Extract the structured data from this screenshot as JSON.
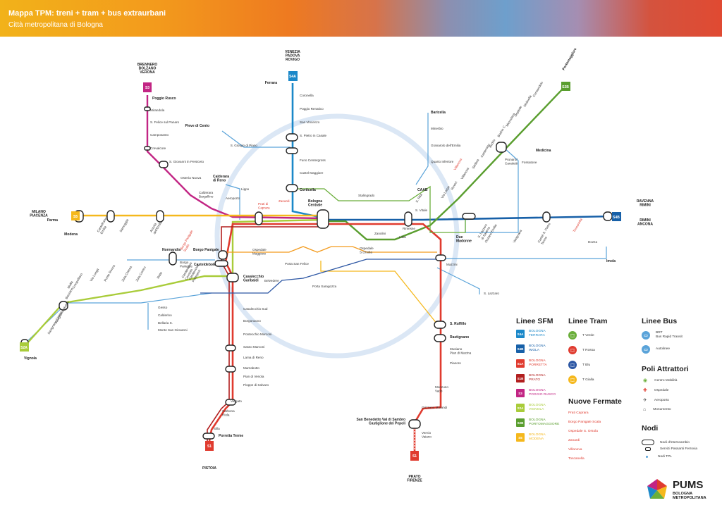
{
  "header": {
    "title": "Mappa TPM:  treni + tram + bus extraurbani",
    "subtitle": "Città metropolitana di Bologna"
  },
  "terminals": {
    "brennero": "BRENNERO\nBOLZANO\nVERONA",
    "venezia": "VENEZIA\nPADOVA\nROVIGO",
    "milano": "MILANO\nPIACENZA",
    "ravenna": "RAVENNA\nRIMINI",
    "rimini": "RIMINI\nANCONA",
    "pistoia": "PISTOIA",
    "prato": "PRATO\nFIRENZE"
  },
  "badges": {
    "s3": "S3",
    "s4a": "S4A",
    "s5": "S5",
    "s4b": "S4B",
    "s1a": "S1",
    "s1b": "S1",
    "s2a": "S2A",
    "s2b": "S2B"
  },
  "stations": [
    {
      "t": "Poggio Rusco",
      "b": true
    },
    {
      "t": "Mirandola"
    },
    {
      "t": "S. Felice sul Panaro"
    },
    {
      "t": "Camposanto"
    },
    {
      "t": "Crevalcore"
    },
    {
      "t": "S. Giovanni in Persiceto"
    },
    {
      "t": "Osteria Nuova"
    },
    {
      "t": "Calderara\nBargellino"
    },
    {
      "t": "Calderara\ndi Reno",
      "b": true
    },
    {
      "t": "Lippo"
    },
    {
      "t": "Aeroporto"
    },
    {
      "t": "Ferrara",
      "b": true
    },
    {
      "t": "Coronella"
    },
    {
      "t": "Poggio Renatico"
    },
    {
      "t": "San Vincenzo"
    },
    {
      "t": "S. Pietro in Casale"
    },
    {
      "t": "S. Giorgio di Piano"
    },
    {
      "t": "Pieve di Cento",
      "b": true
    },
    {
      "t": "Funo Centergross"
    },
    {
      "t": "Castel Maggiore"
    },
    {
      "t": "Corticella",
      "b": true
    },
    {
      "t": "Bologna\nCentrale",
      "b": true
    },
    {
      "t": "Stalingrado"
    },
    {
      "t": "CAAB",
      "b": true
    },
    {
      "t": "Baricella",
      "b": true
    },
    {
      "t": "Minerbio"
    },
    {
      "t": "Granarolo dell'Emilia"
    },
    {
      "t": "Quarto Inferiore"
    },
    {
      "t": "Portomaggiore",
      "b": true
    },
    {
      "t": "Consandolo"
    },
    {
      "t": "Molinella"
    },
    {
      "t": "Ospitale"
    },
    {
      "t": "Mezzolara"
    },
    {
      "t": "Budrio C."
    },
    {
      "t": "Budrio"
    },
    {
      "t": "Castenaso"
    },
    {
      "t": "Stellina"
    },
    {
      "t": "Villanova"
    },
    {
      "t": "Roveri"
    },
    {
      "t": "Via Larga"
    },
    {
      "t": "Prunaro/\nCanaletti"
    },
    {
      "t": "Fossatone"
    },
    {
      "t": "Medicina",
      "b": true
    },
    {
      "t": "Modena",
      "b": true
    },
    {
      "t": "Parma",
      "b": true
    },
    {
      "t": "Castelfranco\nEmilia"
    },
    {
      "t": "Samoggia"
    },
    {
      "t": "Anzola\ndell'Emilia"
    },
    {
      "t": "Borgo Panigale",
      "b": true
    },
    {
      "t": "Normandia",
      "b": true
    },
    {
      "t": "Casteldebole",
      "b": true
    },
    {
      "t": "S. Vitale"
    },
    {
      "t": "S. Rita"
    },
    {
      "t": "Rimesse"
    },
    {
      "t": "Libia"
    },
    {
      "t": "Zanolini"
    },
    {
      "t": "Due\nMadonne",
      "b": true
    },
    {
      "t": "S. Lazzaro\ndi Savena"
    },
    {
      "t": "Ozzano Emilia"
    },
    {
      "t": "Varignana"
    },
    {
      "t": "Castel S. Pietro\nTerme"
    },
    {
      "t": "Dozza"
    },
    {
      "t": "Imola",
      "b": true
    },
    {
      "t": "Mazzini"
    },
    {
      "t": "S. Lazzaro"
    },
    {
      "t": "Casalecchio\nGaribaldi",
      "b": true
    },
    {
      "t": "Casalecchio Sud"
    },
    {
      "t": "Borgonuovo"
    },
    {
      "t": "Pontecchio Marconi"
    },
    {
      "t": "Sasso Marconi"
    },
    {
      "t": "Lama di Reno"
    },
    {
      "t": "Marzabotto"
    },
    {
      "t": "Pian di Venola"
    },
    {
      "t": "Pioppe di Salvaro"
    },
    {
      "t": "Vergato"
    },
    {
      "t": "Carbona\nRiola"
    },
    {
      "t": "Silla"
    },
    {
      "t": "Porretta Terme",
      "b": true
    },
    {
      "t": "S. Ruffillo",
      "b": true
    },
    {
      "t": "Rastignano",
      "b": true
    },
    {
      "t": "Musiano\nPian di Macina"
    },
    {
      "t": "Pianoro"
    },
    {
      "t": "Monzuno\nVado"
    },
    {
      "t": "Grizzana Morandi"
    },
    {
      "t": "San Benedetto Val di Sambro\nCastiglione dei Pepoli",
      "b": true
    },
    {
      "t": "Vernio\nVaiano"
    },
    {
      "t": "Vignola",
      "b": true
    },
    {
      "t": "Crespellano"
    },
    {
      "t": "Bazzano"
    },
    {
      "t": "Muffa"
    },
    {
      "t": "Via Lunga"
    },
    {
      "t": "Ponte Ronca"
    },
    {
      "t": "Zola Chiesa"
    },
    {
      "t": "Zola Centro"
    },
    {
      "t": "Riale"
    },
    {
      "t": "Casalecchio\nCeretolo"
    },
    {
      "t": "Casalecchio\nPalasport"
    },
    {
      "t": "Gesso"
    },
    {
      "t": "Calderino"
    },
    {
      "t": "Bellaria S."
    },
    {
      "t": "Monte San Giovanni"
    },
    {
      "t": "Borgo\nPanigale"
    },
    {
      "t": "Savignano Mulino"
    },
    {
      "t": "Savignano Centro"
    },
    {
      "t": "Belvedere"
    },
    {
      "t": "Porta San Felice"
    },
    {
      "t": "Porta Saragozza"
    },
    {
      "t": "Ospedale\nMaggiore"
    },
    {
      "t": "Ospedale\nS.Orsola"
    }
  ],
  "red_labels": [
    "Prati di\nCaprara",
    "Borgo Panigale\nScala",
    "Zanardi",
    "Villanova",
    "Toscanella"
  ],
  "legend": {
    "sfm_title": "Linee SFM",
    "sfm": [
      {
        "badge": "S4A",
        "text": "BOLOGNA\nFERRARA",
        "color": "#1b88c9"
      },
      {
        "badge": "S4B",
        "text": "BOLOGNA\nIMOLA",
        "color": "#1760a8"
      },
      {
        "badge": "S1A",
        "text": "BOLOGNA\nPORRETTA",
        "color": "#e03b2f"
      },
      {
        "badge": "S1B",
        "text": "BOLOGNA\nPRATO",
        "color": "#b21f1f"
      },
      {
        "badge": "S3",
        "text": "BOLOGNA\nPOGGIO RUSCO",
        "color": "#c22584"
      },
      {
        "badge": "S2A",
        "text": "BOLOGNA\nVIGNOLA",
        "color": "#a9cc3a"
      },
      {
        "badge": "S2B",
        "text": "BOLOGNA\nPORTOMAGGIORE",
        "color": "#5a9e2f"
      },
      {
        "badge": "S5",
        "text": "BOLOGNA\nMODENA",
        "color": "#f5b81c"
      }
    ],
    "tram_title": "Linee Tram",
    "tram": [
      {
        "text": "T Verde",
        "color": "#6aae3a"
      },
      {
        "text": "T Rossa",
        "color": "#e03b2f"
      },
      {
        "text": "T Blu",
        "color": "#2d57a4"
      },
      {
        "text": "T Gialla",
        "color": "#f5b81c"
      }
    ],
    "bus_title": "Linee Bus",
    "bus": [
      {
        "text": "BRT\nBus Rapid Transit",
        "color": "#5aa3d9"
      },
      {
        "text": "Autolinee",
        "color": "#5aa3d9"
      }
    ],
    "poli_title": "Poli Attrattori",
    "poli": [
      {
        "text": "Centro Mobilità",
        "icon": "hub-icon"
      },
      {
        "text": "Ospedale",
        "icon": "hospital-icon"
      },
      {
        "text": "Aeroporto",
        "icon": "airport-icon"
      },
      {
        "text": "Monumento",
        "icon": "monument-icon"
      }
    ],
    "nuove_title": "Nuove Fermate",
    "nuove": [
      "Prati Caprara",
      "Borgo Panigale Scala",
      "Ospedale S. Orsola",
      "Zanardi",
      "Villanova",
      "Toscanella"
    ],
    "nodi_title": "Nodi",
    "nodi": [
      "Nodi d'interscambio",
      "Servizi Passanti Ferrovia",
      "Nodi TPL"
    ]
  },
  "logo": {
    "name": "PUMS",
    "sub": "BOLOGNA\nMETROPOLITANA",
    "colors": [
      "#e03b2f",
      "#f5b81c",
      "#6aae3a",
      "#1b88c9",
      "#c22584"
    ]
  },
  "colors": {
    "s1": "#e03b2f",
    "s1b": "#b21f1f",
    "s2a": "#a9cc3a",
    "s2b": "#5a9e2f",
    "s3": "#c22584",
    "s4a": "#1b88c9",
    "s4b": "#1760a8",
    "s5": "#f5b81c",
    "bus": "#5aa3d9",
    "tram_blu": "#2d57a4",
    "tram_verde": "#6aae3a",
    "tram_gialla": "#f5b81c"
  }
}
